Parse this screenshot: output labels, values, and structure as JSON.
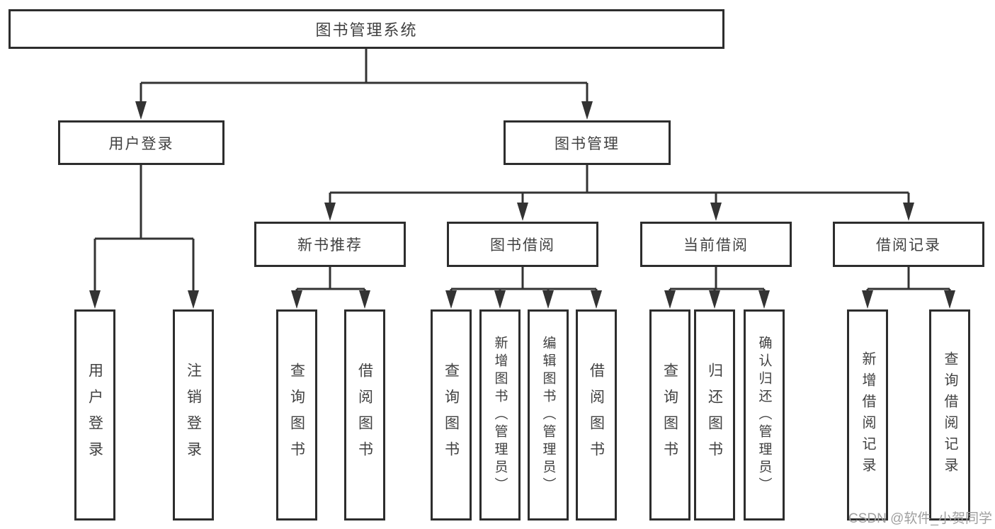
{
  "tree": {
    "label": "图书管理系统",
    "children": [
      {
        "label": "用户登录",
        "children": [
          {
            "label": "用户登录"
          },
          {
            "label": "注销登录"
          }
        ]
      },
      {
        "label": "图书管理",
        "children": [
          {
            "label": "新书推荐",
            "children": [
              {
                "label": "查询图书"
              },
              {
                "label": "借阅图书"
              }
            ]
          },
          {
            "label": "图书借阅",
            "children": [
              {
                "label": "查询图书"
              },
              {
                "label": "新增图书（管理员）"
              },
              {
                "label": "编辑图书（管理员）"
              },
              {
                "label": "借阅图书"
              }
            ]
          },
          {
            "label": "当前借阅",
            "children": [
              {
                "label": "查询图书"
              },
              {
                "label": "归还图书"
              },
              {
                "label": "确认归还（管理员）"
              }
            ]
          },
          {
            "label": "借阅记录",
            "children": [
              {
                "label": "新增借阅记录"
              },
              {
                "label": "查询借阅记录"
              }
            ]
          }
        ]
      }
    ]
  },
  "watermark": "CSDN @软件_小贺同学",
  "colors": {
    "line": "#333333",
    "box_border": "#2d2d2d",
    "text": "#414141",
    "background": "#ffffff",
    "watermark": "#9f9f9f"
  }
}
